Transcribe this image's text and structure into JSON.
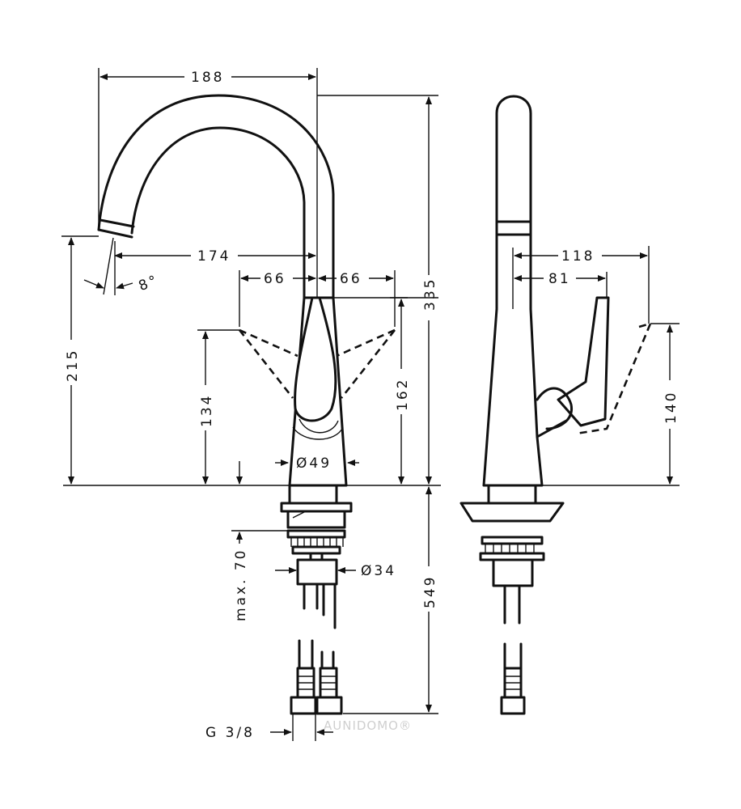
{
  "dimensions": {
    "width_top": "188",
    "spout_reach": "174",
    "spout_angle": "8°",
    "lever_left": "66",
    "lever_right": "66",
    "total_height": "335",
    "spout_height": "215",
    "lever_height_left": "134",
    "lever_height_right": "162",
    "body_diameter": "Ø49",
    "max_thickness": "max. 70",
    "shank_diameter": "Ø34",
    "hose_length": "549",
    "connection": "G 3/8",
    "side_reach_outer": "118",
    "side_reach_inner": "81",
    "side_lever_height": "140"
  },
  "watermark": "AUNIDOMO®"
}
